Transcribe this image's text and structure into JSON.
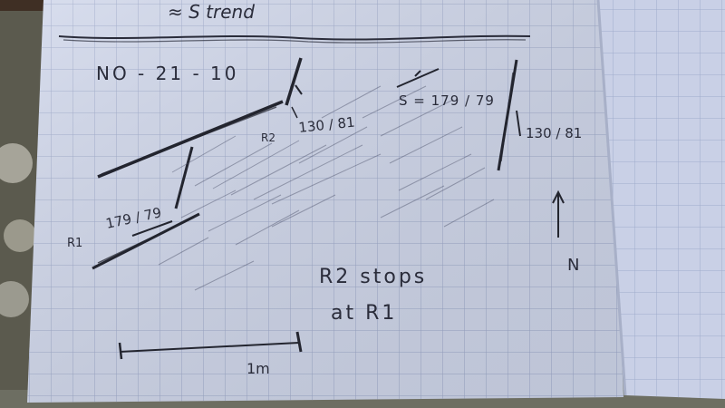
{
  "notebook": {
    "header_text": "≈ S trend",
    "outcrop_id": "NO - 21 - 10",
    "right_attitude_upper": "S = 179 / 79",
    "right_attitude_lower": "130 / 81",
    "r1_attitude": "179 / 79",
    "r1_label": "R1",
    "r2_attitude": "130 / 81",
    "r2_label": "R2",
    "note_line_1": "R2 stops",
    "note_line_2": "at R1",
    "north_label": "N",
    "scale_label": "1m"
  },
  "colors": {
    "paper": "#cfd6ea",
    "grid": "#9aa6c8",
    "ink": "#2a2c3a",
    "background": "#8a8a7c"
  }
}
